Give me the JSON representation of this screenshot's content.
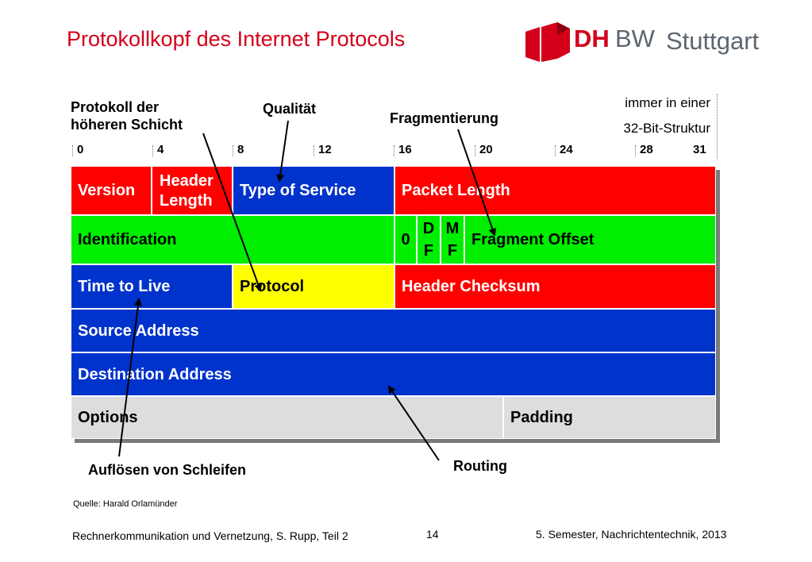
{
  "title": "Protokollkopf des Internet Protocols",
  "logo": {
    "dh": "DH",
    "bw": "BW",
    "city": "Stuttgart"
  },
  "callouts": {
    "protokoll_line1": "Protokoll der",
    "protokoll_line2": "höheren Schicht",
    "qualitaet": "Qualität",
    "fragmentierung": "Fragmentierung",
    "aufloesen": "Auflösen von Schleifen",
    "routing": "Routing"
  },
  "note": {
    "line1": "immer in einer",
    "line2": "32-Bit-Struktur"
  },
  "bit_labels": [
    "0",
    "4",
    "8",
    "12",
    "16",
    "20",
    "24",
    "28",
    "31"
  ],
  "header": {
    "row1": {
      "version": "Version",
      "header_length_1": "Header",
      "header_length_2": "Length",
      "type_of_service": "Type of Service",
      "packet_length": "Packet Length"
    },
    "row2": {
      "identification": "Identification",
      "zero": "0",
      "df_1": "D",
      "df_2": "F",
      "mf_1": "M",
      "mf_2": "F",
      "fragment_offset": "Fragment Offset"
    },
    "row3": {
      "ttl": "Time to Live",
      "protocol": "Protocol",
      "checksum": "Header Checksum"
    },
    "row4": {
      "source": "Source Address"
    },
    "row5": {
      "destination": "Destination Address"
    },
    "row6": {
      "options": "Options",
      "padding": "Padding"
    }
  },
  "source": "Quelle: Harald Orlamünder",
  "footer": {
    "left": "Rechnerkommunikation und Vernetzung, S. Rupp, Teil 2",
    "page": "14",
    "right": "5. Semester, Nachrichtentechnik, 2013"
  },
  "colors": {
    "red": "#ff0000",
    "blue": "#0033cc",
    "green": "#00ee00",
    "yellow": "#ffff00",
    "grey": "#dddddd",
    "brand": "#d4001a"
  }
}
